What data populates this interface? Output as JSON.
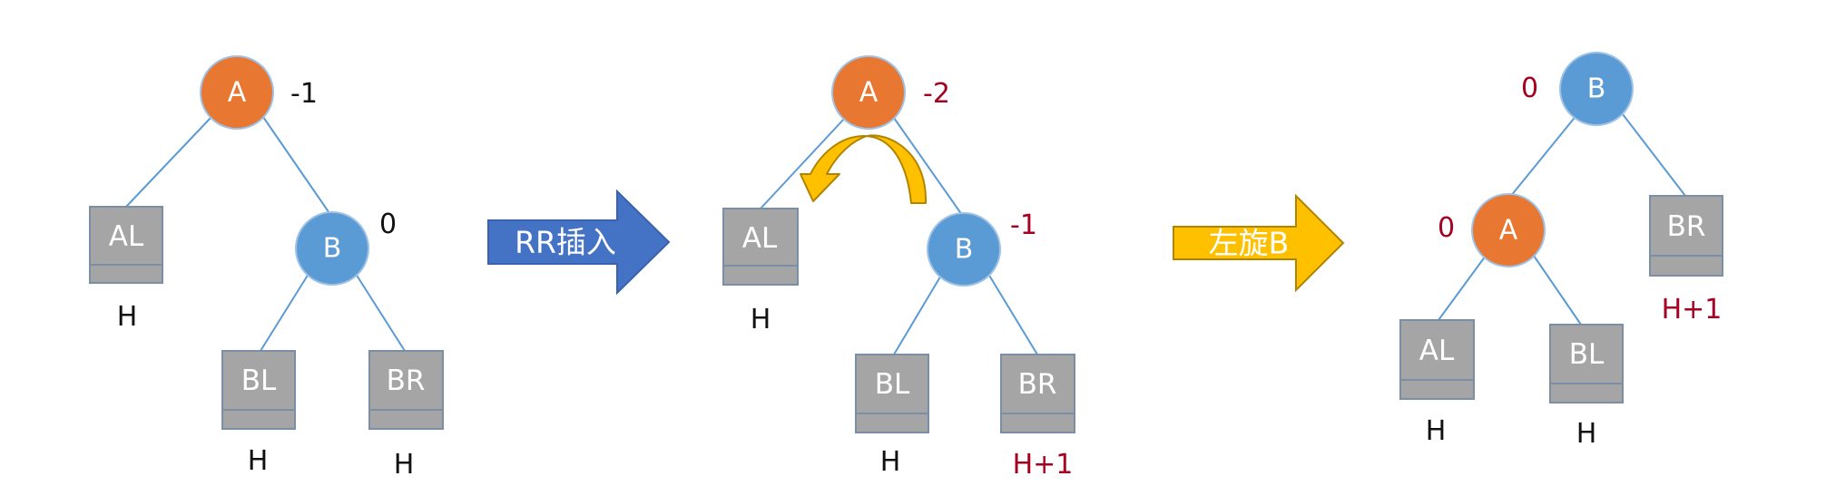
{
  "colors": {
    "node_a": "#e87731",
    "node_b": "#5b9bd5",
    "leaf_box": "#a5a5a5",
    "edge": "#5b9bd5",
    "text_dark": "#111111",
    "text_red": "#a50021",
    "arrow_blue": "#4472c4",
    "arrow_yellow": "#ffc000",
    "rotate_arrow": "#d9a400"
  },
  "trees": [
    {
      "nodes": {
        "a": "A",
        "b": "B"
      },
      "balance": {
        "a": "-1",
        "b": "0"
      },
      "leaves": {
        "al": "AL",
        "bl": "BL",
        "br": "BR"
      },
      "heights": {
        "al": "H",
        "bl": "H",
        "br": "H"
      }
    },
    {
      "nodes": {
        "a": "A",
        "b": "B"
      },
      "balance": {
        "a": "-2",
        "b": "-1"
      },
      "leaves": {
        "al": "AL",
        "bl": "BL",
        "br": "BR"
      },
      "heights": {
        "al": "H",
        "bl": "H",
        "br": "H+1"
      },
      "rotate_icon": "curved-rotate-arrow-icon"
    },
    {
      "nodes": {
        "a": "A",
        "b": "B"
      },
      "balance": {
        "a": "0",
        "b": "0"
      },
      "leaves": {
        "al": "AL",
        "bl": "BL",
        "br": "BR"
      },
      "heights": {
        "al": "H",
        "bl": "H",
        "br": "H+1"
      }
    }
  ],
  "arrows": {
    "insert": "RR插入",
    "rotate": "左旋B"
  }
}
